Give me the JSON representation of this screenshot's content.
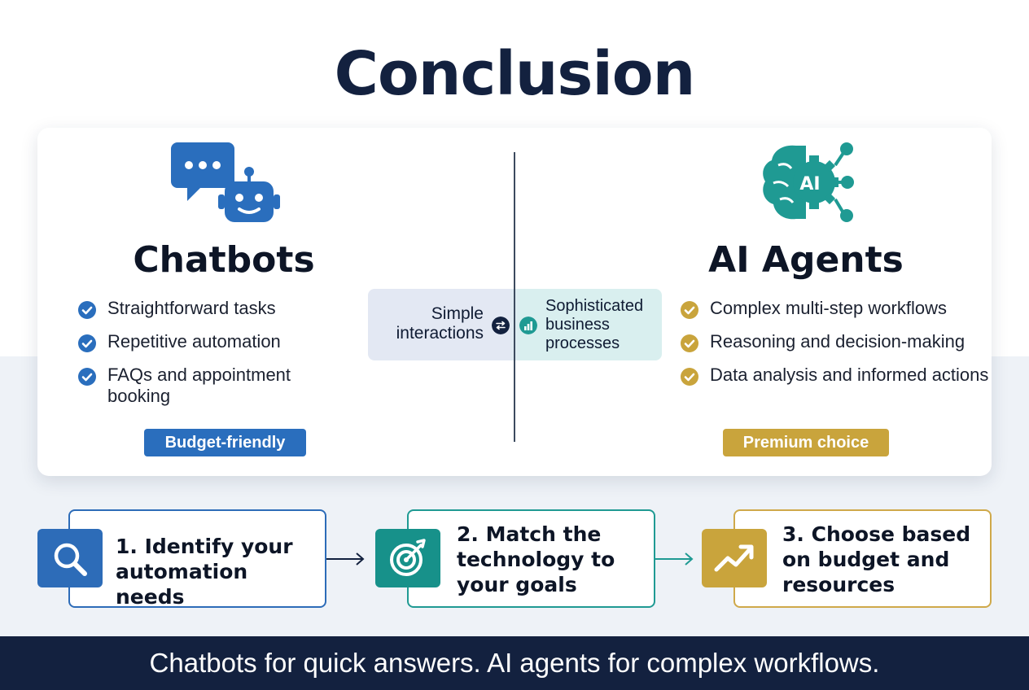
{
  "title": "Conclusion",
  "chatbots": {
    "title": "Chatbots",
    "items": [
      "Straightforward tasks",
      "Repetitive automation",
      "FAQs and appointment booking"
    ],
    "badge": "Budget-friendly"
  },
  "agents": {
    "title": "AI Agents",
    "icon_text": "AI",
    "items": [
      "Complex multi-step workflows",
      "Reasoning and decision-making",
      "Data analysis and informed actions"
    ],
    "badge": "Premium choice"
  },
  "comparison": {
    "left": "Simple interactions",
    "right": "Sophisticated business processes"
  },
  "steps": [
    {
      "label": "1. Identify your automation needs",
      "icon": "search-icon"
    },
    {
      "label": "2. Match the technology to your goals",
      "icon": "target-icon"
    },
    {
      "label": "3. Choose based on budget and resources",
      "icon": "trend-up-icon"
    }
  ],
  "footer": "Chatbots for quick answers. AI agents for complex workflows.",
  "colors": {
    "navy": "#13213f",
    "blue": "#2a6ebd",
    "teal": "#1f9a93",
    "gold": "#c9a43c"
  }
}
